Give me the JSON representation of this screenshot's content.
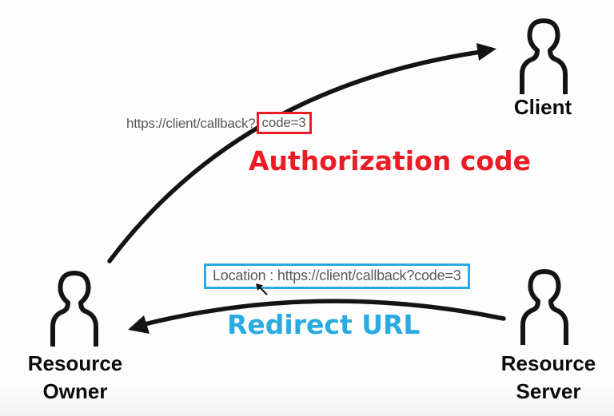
{
  "actors": {
    "client": {
      "label": "Client"
    },
    "resource_owner": {
      "line1": "Resource",
      "line2": "Owner"
    },
    "resource_server": {
      "line1": "Resource",
      "line2": "Server"
    }
  },
  "authorization_flow": {
    "url_prefix": "https://client/callback?",
    "code_param": "code=3",
    "caption": "Authorization code"
  },
  "redirect_flow": {
    "location_header": "Location : https://client/callback?code=3",
    "caption": "Redirect URL"
  },
  "colors": {
    "authorization_red": "#ec1c24",
    "redirect_blue": "#29abe2",
    "url_text_gray": "#58585a",
    "diagram_black": "#141414",
    "background": "#fdfdfd"
  },
  "icons": {
    "person": "person-outline-icon",
    "cursor": "mouse-cursor-icon",
    "arrows": [
      "authorization-code-arrow",
      "redirect-arrow"
    ]
  }
}
